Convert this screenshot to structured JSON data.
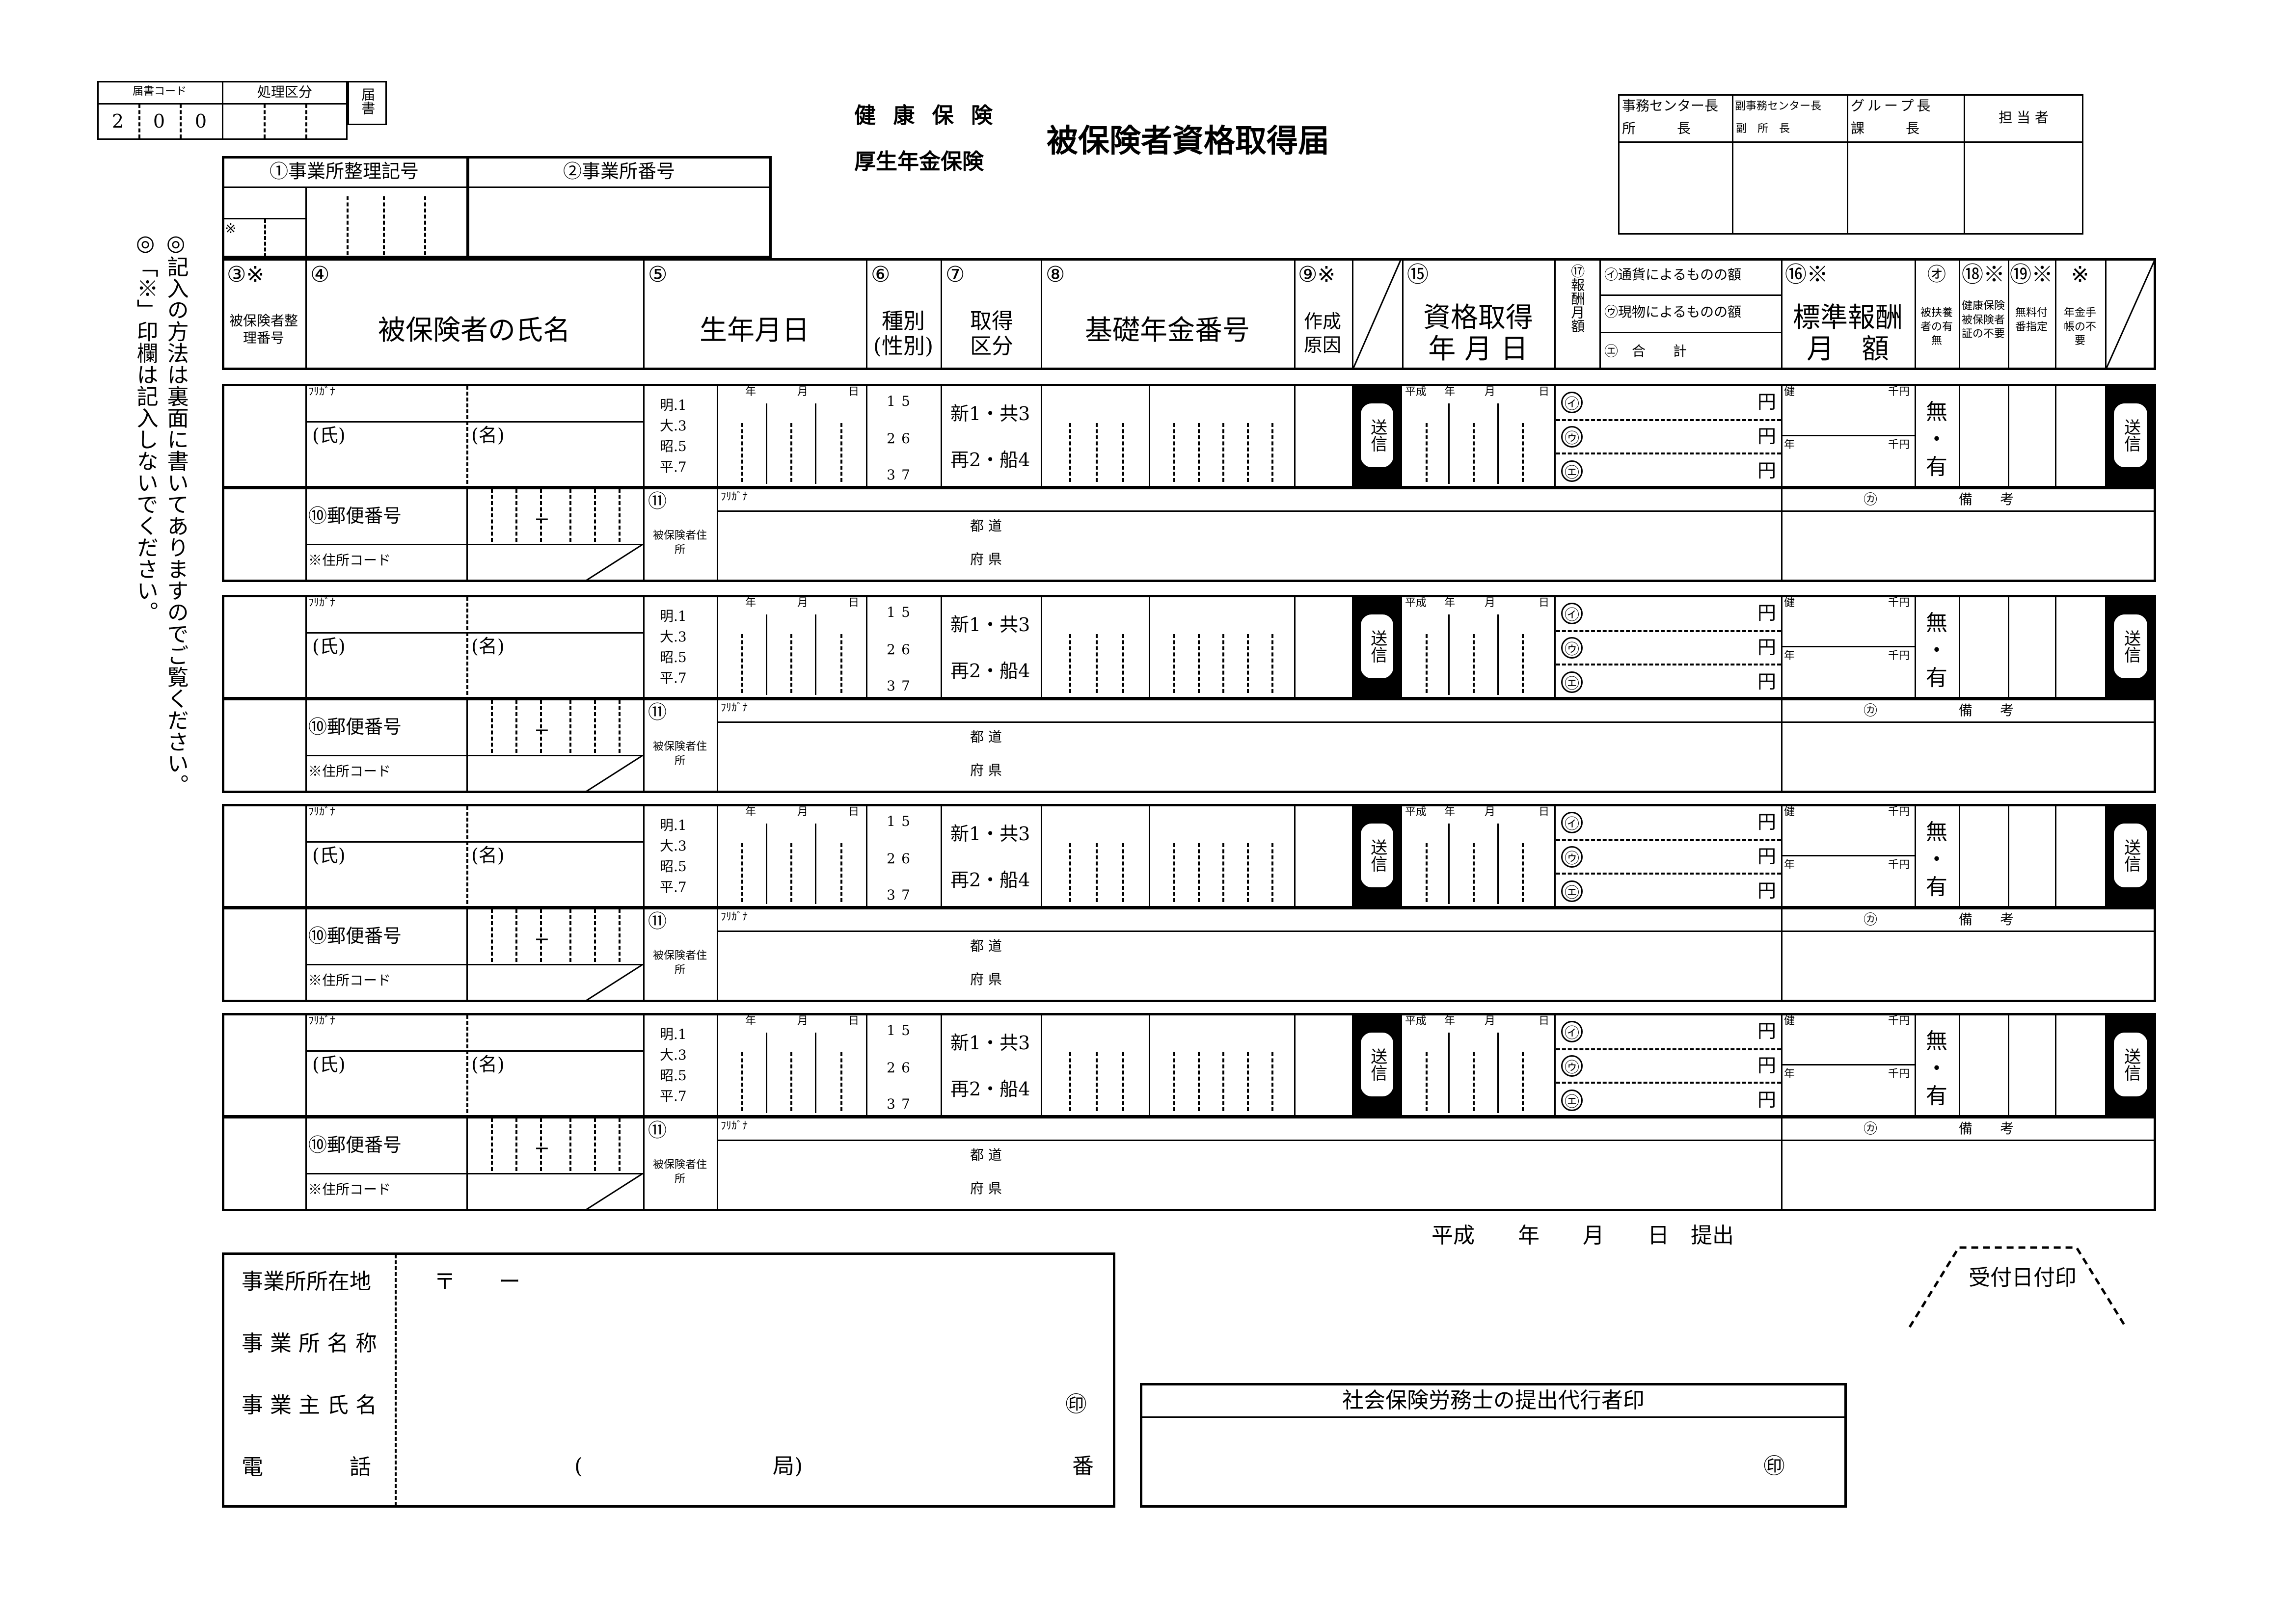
{
  "header": {
    "code_label": "届書コード",
    "process_label": "処理区分",
    "code_digits": [
      "2",
      "0",
      "0"
    ],
    "todoke_label": "届書",
    "insurance_1": "健 康 保 険",
    "insurance_2": "厚生年金保険",
    "title": "被保険者資格取得届",
    "office_ref_label": "①事業所整理記号",
    "office_no_label": "②事業所番号",
    "note_mark": "※"
  },
  "approval": {
    "col1_a": "事務センター長",
    "col1_b": "所　　　長",
    "col2_a": "副事務センター長",
    "col2_b": "副　所　長",
    "col3_a": "グループ長",
    "col3_b": "課　　　長",
    "col4": "担 当 者"
  },
  "side_notes": {
    "line1": "◎記入の方法は裏面に書いてありますのでご覧ください。",
    "line2": "◎「※」印欄は記入しないでください。"
  },
  "columns": {
    "c3_num": "③※",
    "c3_label": "被保険者整理番号",
    "c4_num": "④",
    "c4_label": "被保険者の氏名",
    "c5_num": "⑤",
    "c5_label": "生年月日",
    "c6_num": "⑥",
    "c6_label": "種別(性別)",
    "c7_num": "⑦",
    "c7_label": "取得区分",
    "c8_num": "⑧",
    "c8_label": "基礎年金番号",
    "c9_num": "⑨※",
    "c9_label": "作成原因",
    "c15_num": "⑮",
    "c15_label1": "資格取得",
    "c15_label2": "年 月 日",
    "c17_label": "⑰報酬月額",
    "c17_a": "㋑通貨によるものの額",
    "c17_b": "㋒現物によるものの額",
    "c17_c": "㋓　合　　計",
    "c16_num": "⑯※",
    "c16_label1": "標準報酬",
    "c16_label2": "月　額",
    "c_o_num": "㋔",
    "c_o_label": "被扶養者の有無",
    "c18_num": "⑱※",
    "c18_label": "健康保険被保険者証の不要",
    "c19_num": "⑲※",
    "c19_label": "無料付番指定",
    "c20_num": "※",
    "c20_label": "年金手帳の不要"
  },
  "row_labels": {
    "furigana": "ﾌﾘｶﾞﾅ",
    "family": "(氏)",
    "given": "(名)",
    "eras": [
      "明.1",
      "大.3",
      "昭.5",
      "平.7"
    ],
    "ymd": [
      "年",
      "月",
      "日"
    ],
    "types": [
      "1",
      "5",
      "2",
      "6",
      "3",
      "7"
    ],
    "acq_1": "新1・共3",
    "acq_2": "再2・船4",
    "soushin": "送信",
    "heisei_ymd": [
      "平成",
      "年",
      "月",
      "日"
    ],
    "yen": "円",
    "i_mark": "㋑",
    "u_mark": "㋒",
    "e_mark": "㋓",
    "ken": "健",
    "nen": "年",
    "senen": "千円",
    "mu": "無",
    "dot": "・",
    "yu": "有",
    "postal": "⑩郵便番号",
    "addr_code": "※住所コード",
    "addr_num": "⑪",
    "addr_label": "被保険者住所",
    "todo": "都 道",
    "fuken": "府 県",
    "biko_mark": "㋕",
    "biko": "備　　考"
  },
  "footer": {
    "submit_date": "平成　　年　　月　　日　提出",
    "office_addr": "事業所所在地",
    "postal_mark": "〒　　ー",
    "office_name": "事 業 所 名 称",
    "owner_name": "事 業 主 氏 名",
    "seal": "㊞",
    "phone": "電　　　　話",
    "phone_paren_open": "(",
    "phone_local": "局)",
    "phone_ban": "番",
    "agent_title": "社会保険労務士の提出代行者印",
    "agent_seal": "㊞",
    "receipt": "受付日付印"
  }
}
